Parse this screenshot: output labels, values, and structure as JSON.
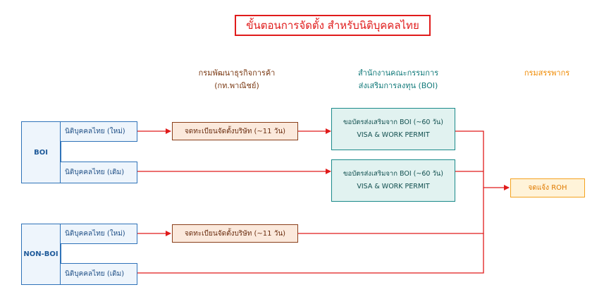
{
  "title": "ขั้นตอนการจัดตั้ง สำหรับนิติบุคคลไทย",
  "columns": {
    "dbd": {
      "line1": "กรมพัฒนาธุรกิจการค้า",
      "line2": "(กท.พาณิชย์)"
    },
    "boi": {
      "line1": "สำนักงานคณะกรรมการ",
      "line2": "ส่งเสริมการลงทุน (BOI)"
    },
    "rd": {
      "line1": "กรมสรรพากร"
    }
  },
  "groups": {
    "boi": {
      "label": "BOI",
      "new": "นิติบุคคลไทย (ใหม่)",
      "existing": "นิติบุคคลไทย (เดิม)"
    },
    "nonboi": {
      "label": "NON-BOI",
      "new": "นิติบุคคลไทย (ใหม่)",
      "existing": "นิติบุคคลไทย (เดิม)"
    }
  },
  "steps": {
    "register_boi": "จดทะเบียนจัดตั้งบริษัท (~11 วัน)",
    "register_nonboi": "จดทะเบียนจัดตั้งบริษัท (~11 วัน)",
    "boi_new": {
      "line1": "ขอบัตรส่งเสริมจาก BOI (~60 วัน)",
      "line2": "VISA & WORK PERMIT"
    },
    "boi_existing": {
      "line1": "ขอบัตรส่งเสริมจาก BOI (~60 วัน)",
      "line2": "VISA & WORK PERMIT"
    },
    "rd_register": "จดแจ้ง ROH"
  },
  "colors": {
    "arrow": "#e01b1b",
    "boi_border": "#2f73b9",
    "dbd_border": "#8a3f1a",
    "boi_office_border": "#1a8a8a",
    "rd_border": "#f4a21e"
  }
}
